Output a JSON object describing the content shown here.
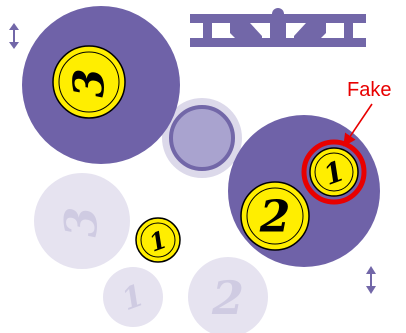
{
  "labels": {
    "fake": "Fake"
  },
  "coins": {
    "big_left": "3",
    "right_bottom": "2",
    "right_top": "1",
    "center_small": "1"
  },
  "ghosts": {
    "left": "3",
    "bottom_left": "1",
    "bottom_right": "2"
  },
  "icons": {
    "up_down_left": "up-down-arrow-icon",
    "up_down_right": "up-down-arrow-icon",
    "balance": "balance-scale-icon"
  },
  "colors": {
    "beam": "#7267a8",
    "pan_dark": "#6f62a8",
    "pan_light": "#a9a3cf",
    "ghost": "#e6e3f0",
    "coin_fill": "#ffee00",
    "coin_stroke": "#000000",
    "fake_red": "#e80000"
  }
}
